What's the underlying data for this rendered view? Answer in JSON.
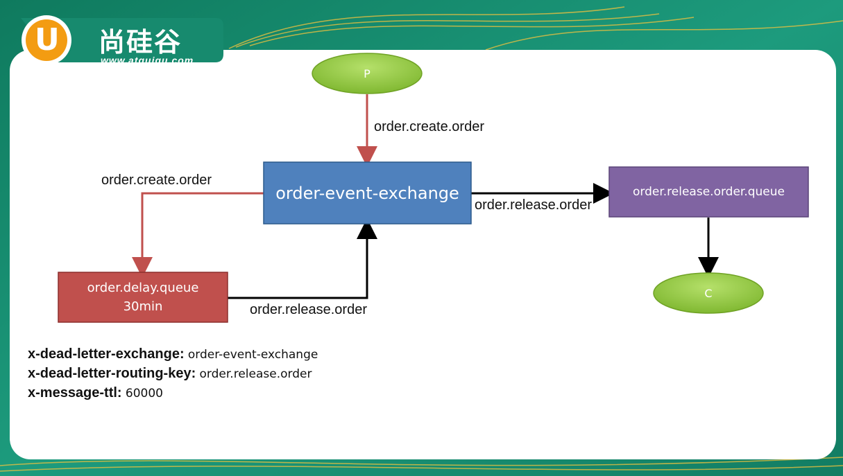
{
  "logo": {
    "mark": "U",
    "name": "尚硅谷",
    "url": "www.atguigu.com"
  },
  "nodes": {
    "producer": "P",
    "consumer": "C",
    "exchange": "order-event-exchange",
    "delay_queue_line1": "order.delay.queue",
    "delay_queue_line2": "30min",
    "release_queue": "order.release.order.queue"
  },
  "edges": {
    "producer_to_exchange": "order.create.order",
    "exchange_to_delay": "order.create.order",
    "delay_to_exchange": "order.release.order",
    "exchange_to_release": "order.release.order"
  },
  "properties": [
    {
      "key": "x-dead-letter-exchange:",
      "value": "order-event-exchange"
    },
    {
      "key": "x-dead-letter-routing-key:",
      "value": "order.release.order"
    },
    {
      "key": "x-message-ttl:",
      "value": "60000"
    }
  ],
  "colors": {
    "producer_arrow": "#c0504d",
    "black_arrow": "#000000",
    "exchange_fill": "#4f81bd",
    "delay_fill": "#c0504d",
    "release_fill": "#8064a2",
    "ellipse_fill": "#8cc63f"
  }
}
